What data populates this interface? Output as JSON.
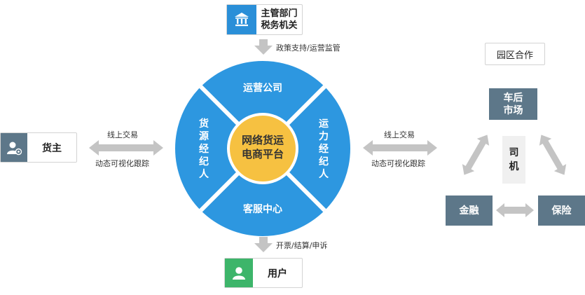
{
  "top_node": {
    "line1": "主管部门",
    "line2": "税务机关",
    "icon": "bank-icon"
  },
  "top_arrow_label": "政策支持/运营监管",
  "left_node": {
    "label": "货主",
    "icon": "user-shield-icon"
  },
  "left_arrow": {
    "top": "线上交易",
    "bottom": "动态可视化跟踪"
  },
  "right_arrow": {
    "top": "线上交易",
    "bottom": "动态可视化跟踪"
  },
  "bottom_arrow_label": "开票/结算/申诉",
  "bottom_node": {
    "label": "用户",
    "icon": "user-icon"
  },
  "wheel": {
    "center": [
      "网络货运",
      "电商平台"
    ],
    "top": "运营公司",
    "bottom": "客服中心",
    "left": [
      "货",
      "源",
      "经",
      "纪",
      "人"
    ],
    "right": [
      "运",
      "力",
      "经",
      "纪",
      "人"
    ]
  },
  "park": {
    "title": "园区合作",
    "car_market": [
      "车后",
      "市场"
    ],
    "driver": [
      "司",
      "机"
    ],
    "finance": "金融",
    "insurance": "保险"
  },
  "colors": {
    "wheel_blue": "#2d97e0",
    "center_gold": "#f6c141",
    "tile_gray": "#5d7789",
    "icon_blue": "#2a8fd8",
    "icon_green": "#3db56a",
    "arrow_gray": "#c4c4c4"
  }
}
